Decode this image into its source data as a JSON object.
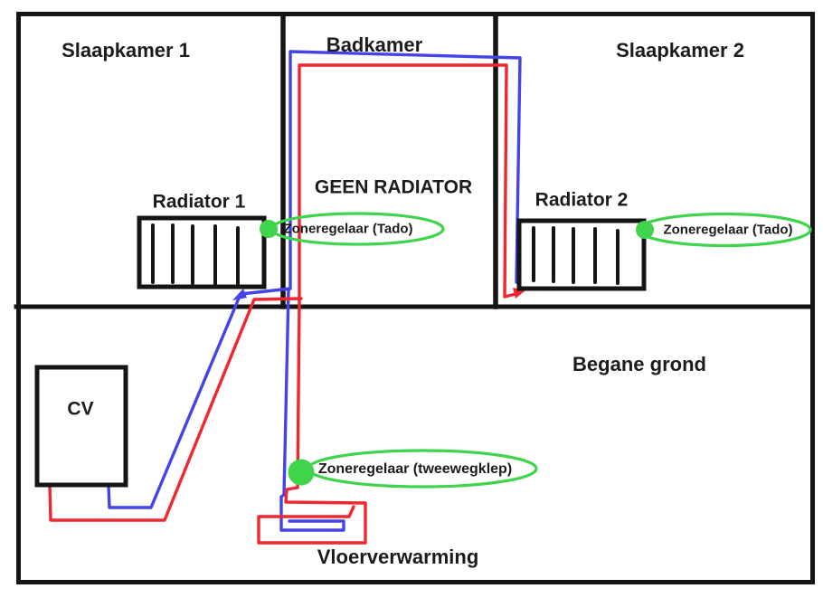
{
  "colors": {
    "pipe_red": "#ee2730",
    "pipe_blue": "#4343e8",
    "zone_green": "#3fd44b",
    "line_black": "#151515"
  },
  "labels": {
    "slaapkamer1": "Slaapkamer 1",
    "badkamer": "Badkamer",
    "slaapkamer2": "Slaapkamer 2",
    "geen_radiator": "GEEN RADIATOR",
    "radiator1": "Radiator 1",
    "radiator2": "Radiator 2",
    "cv": "CV",
    "begane_grond": "Begane grond",
    "vloerverwarming": "Vloerverwarming"
  },
  "zone_controllers": [
    {
      "label": "Zoneregelaar (Tado)",
      "location": "radiator1"
    },
    {
      "label": "Zoneregelaar (Tado)",
      "location": "radiator2"
    },
    {
      "label": "Zoneregelaar (tweewegklep)",
      "location": "vloerverwarming"
    }
  ]
}
